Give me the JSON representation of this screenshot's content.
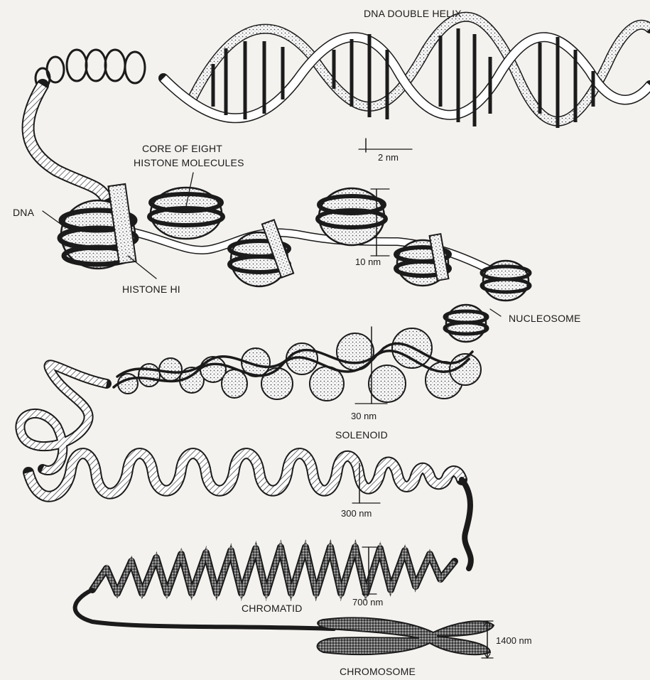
{
  "labels": {
    "dna_double_helix": "DNA DOUBLE HELIX",
    "width_2nm": "2 nm",
    "core_line1": "CORE OF EIGHT",
    "core_line2": "HISTONE MOLECULES",
    "dna": "DNA",
    "histone_h1": "HISTONE HI",
    "width_10nm": "10 nm",
    "nucleosome": "NUCLEOSOME",
    "width_30nm": "30 nm",
    "solenoid": "SOLENOID",
    "width_300nm": "300 nm",
    "chromatid": "CHROMATID",
    "width_700nm": "700 nm",
    "width_1400nm": "1400 nm",
    "chromosome": "CHROMOSOME"
  }
}
